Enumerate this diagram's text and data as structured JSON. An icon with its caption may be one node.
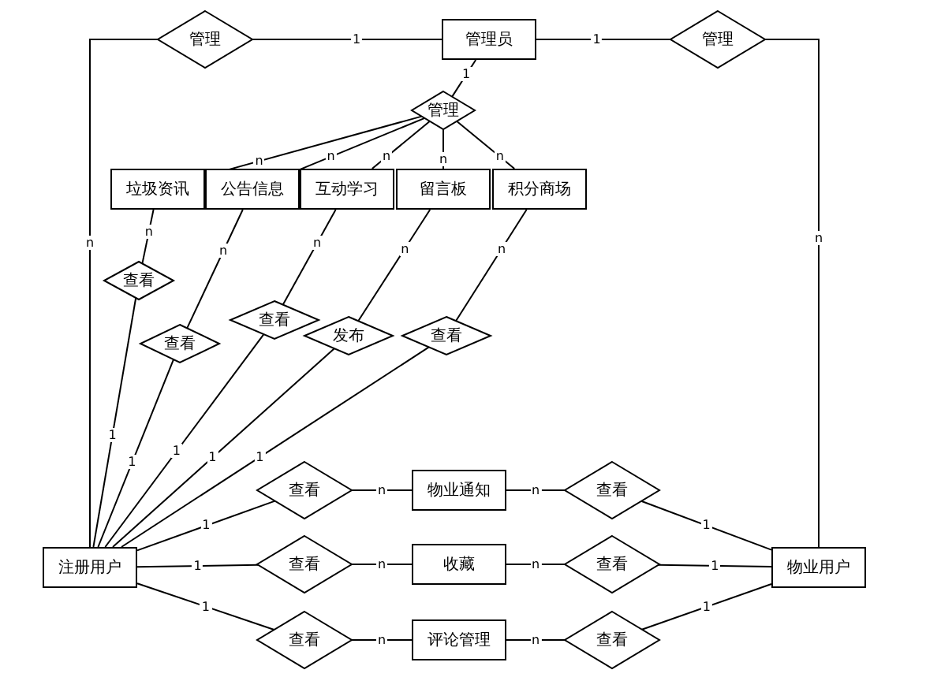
{
  "diagram": {
    "nodes": [
      {
        "text": [
          "管理"
        ]
      },
      {
        "text": [
          "管理员"
        ]
      },
      {
        "text": [
          "管理"
        ]
      },
      {
        "text": [
          "管理"
        ]
      },
      {
        "text": [
          "垃圾资讯"
        ]
      },
      {
        "text": [
          "公告信息"
        ]
      },
      {
        "text": [
          "互动学习"
        ]
      },
      {
        "text": [
          "留言板"
        ]
      },
      {
        "text": [
          "积分商场"
        ]
      },
      {
        "text": [
          "查看"
        ]
      },
      {
        "text": [
          "查看"
        ]
      },
      {
        "text": [
          "查看"
        ]
      },
      {
        "text": [
          "发布"
        ]
      },
      {
        "text": [
          "查看"
        ]
      },
      {
        "text": [
          "注册用户"
        ]
      },
      {
        "text": [
          "物业用户"
        ]
      },
      {
        "text": [
          "查看"
        ]
      },
      {
        "text": [
          "物业通知"
        ]
      },
      {
        "text": [
          "查看"
        ]
      },
      {
        "text": [
          "查看"
        ]
      },
      {
        "text": [
          "收藏"
        ]
      },
      {
        "text": [
          "查看"
        ]
      },
      {
        "text": [
          "查看"
        ]
      },
      {
        "text": [
          "评论管理"
        ]
      },
      {
        "text": [
          "查看"
        ]
      }
    ],
    "edges": [
      {
        "from": 1,
        "to": 0,
        "arrow": "none",
        "label": "1"
      },
      {
        "from": 0,
        "to": 14,
        "arrow": "none",
        "label": "n"
      },
      {
        "from": 1,
        "to": 2,
        "arrow": "none",
        "label": "1"
      },
      {
        "from": 2,
        "to": 15,
        "arrow": "none",
        "label": "n"
      },
      {
        "from": 1,
        "to": 3,
        "arrow": "none",
        "label": "1"
      },
      {
        "from": 3,
        "to": 4,
        "arrow": "none",
        "label": "n"
      },
      {
        "from": 3,
        "to": 5,
        "arrow": "none",
        "label": "n"
      },
      {
        "from": 3,
        "to": 6,
        "arrow": "none",
        "label": "n"
      },
      {
        "from": 3,
        "to": 7,
        "arrow": "none",
        "label": "n"
      },
      {
        "from": 3,
        "to": 8,
        "arrow": "none",
        "label": "n"
      },
      {
        "from": 4,
        "to": 9,
        "arrow": "none",
        "label": "n"
      },
      {
        "from": 9,
        "to": 14,
        "arrow": "none",
        "label": "1"
      },
      {
        "from": 5,
        "to": 10,
        "arrow": "none",
        "label": "n"
      },
      {
        "from": 10,
        "to": 14,
        "arrow": "none",
        "label": "1"
      },
      {
        "from": 6,
        "to": 11,
        "arrow": "none",
        "label": "n"
      },
      {
        "from": 11,
        "to": 14,
        "arrow": "none",
        "label": "1"
      },
      {
        "from": 7,
        "to": 12,
        "arrow": "none",
        "label": "n"
      },
      {
        "from": 12,
        "to": 14,
        "arrow": "none",
        "label": "1"
      },
      {
        "from": 8,
        "to": 13,
        "arrow": "none",
        "label": "n"
      },
      {
        "from": 13,
        "to": 14,
        "arrow": "none",
        "label": "1"
      },
      {
        "from": 14,
        "to": 16,
        "arrow": "none",
        "label": "1"
      },
      {
        "from": 16,
        "to": 17,
        "arrow": "none",
        "label": "n"
      },
      {
        "from": 17,
        "to": 18,
        "arrow": "none",
        "label": "n"
      },
      {
        "from": 18,
        "to": 15,
        "arrow": "none",
        "label": "1"
      },
      {
        "from": 14,
        "to": 19,
        "arrow": "none",
        "label": "1"
      },
      {
        "from": 19,
        "to": 20,
        "arrow": "none",
        "label": "n"
      },
      {
        "from": 20,
        "to": 21,
        "arrow": "none",
        "label": "n"
      },
      {
        "from": 21,
        "to": 15,
        "arrow": "none",
        "label": "1"
      },
      {
        "from": 14,
        "to": 22,
        "arrow": "none",
        "label": "1"
      },
      {
        "from": 22,
        "to": 23,
        "arrow": "none",
        "label": "n"
      },
      {
        "from": 23,
        "to": 24,
        "arrow": "none",
        "label": "n"
      },
      {
        "from": 24,
        "to": 15,
        "arrow": "none",
        "label": "1"
      }
    ]
  }
}
